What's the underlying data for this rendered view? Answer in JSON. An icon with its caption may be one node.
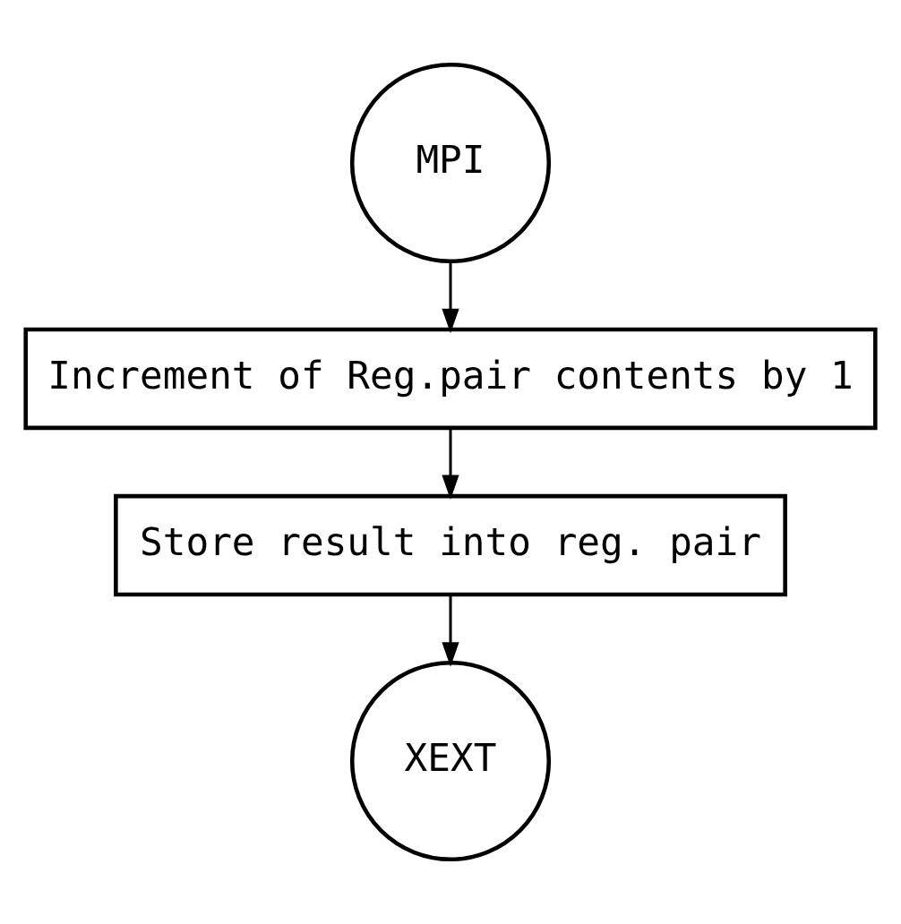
{
  "diagram": {
    "nodes": [
      {
        "text": [
          "MPI"
        ]
      },
      {
        "text": [
          "Increment of Reg.pair contents by 1"
        ]
      },
      {
        "text": [
          "Store result into reg. pair"
        ]
      },
      {
        "text": [
          "XEXT"
        ]
      }
    ],
    "edges": [
      {
        "from": 0,
        "to": 1,
        "arrow": "to"
      },
      {
        "from": 1,
        "to": 2,
        "arrow": "to"
      },
      {
        "from": 2,
        "to": 3,
        "arrow": "to"
      }
    ]
  }
}
